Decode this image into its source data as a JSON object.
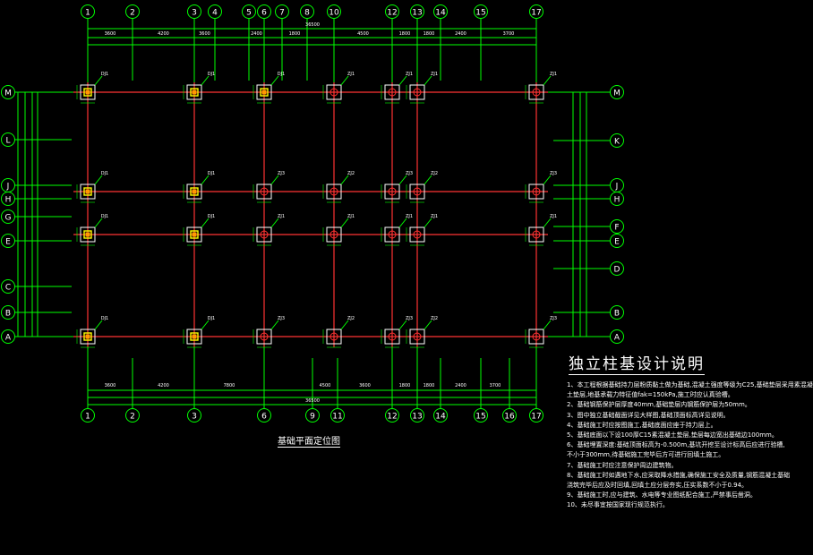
{
  "colors": {
    "background": "#000000",
    "grid": "#ff3333",
    "dim": "#00ff00",
    "column": "#ffff00",
    "footing": "#ffffff",
    "text": "#ffffff",
    "marker": "#00ff00"
  },
  "axes": {
    "top": [
      "1",
      "2",
      "3",
      "4",
      "5",
      "6",
      "7",
      "8",
      "10",
      "12",
      "13",
      "14",
      "15",
      "17"
    ],
    "bottom": [
      "1",
      "2",
      "3",
      "6",
      "9",
      "11",
      "12",
      "13",
      "14",
      "15",
      "16",
      "17"
    ],
    "left": [
      "M",
      "L",
      "J",
      "H",
      "G",
      "E",
      "C",
      "B",
      "A"
    ],
    "right": [
      "M",
      "K",
      "J",
      "H",
      "F",
      "E",
      "D",
      "B",
      "A"
    ]
  },
  "dimensions": {
    "top_spans": [
      "3600",
      "4200",
      "3600",
      "2400",
      "1800",
      "4500",
      "1800",
      "1800",
      "2400",
      "3700"
    ],
    "top_total": "36500",
    "bottom_spans": [
      "3600",
      "4200",
      "7800",
      "4500",
      "3600",
      "1800",
      "1800",
      "2400",
      "3700"
    ],
    "bottom_total": "36500"
  },
  "footing_tags": {
    "dj1": "DJ1",
    "zj1": "ZJ1",
    "zj2": "ZJ2",
    "zj3": "ZJ3"
  },
  "plan_title": "基础平面定位图",
  "notes": {
    "title": "独立柱基设计说明",
    "lines": [
      "1、本工程根据基础持力层粉质黏土做为基础,混凝土强度等级为C25,基础垫层采用素混凝",
      "   土垫层,地基承载力特征值fak=150kPa,施工时应认真验槽。",
      "2、基础钢筋保护层厚度40mm,基础垫层内钢筋保护层为50mm。",
      "3、图中独立基础截面详见大样图,基础顶面标高详见说明。",
      "4、基础施工时应按图施工,基础底面应座于持力层上。",
      "5、基础底面以下设100厚C15素混凝土垫层,垫层每边宽出基础边100mm。",
      "6、基础埋置深度:基础顶面标高为-0.500m,基坑开挖至设计标高后应进行验槽,",
      "   不小于300mm,待基础施工完毕后方可进行回填土施工。",
      "7、基础施工时应注意保护周边建筑物。",
      "8、基础施工时如遇地下水,应采取降水措施,确保施工安全及质量,钢筋混凝土基础",
      "   浇筑完毕后应及时回填,回填土应分层夯实,压实系数不小于0.94。",
      "9、基础施工时,应与建筑、水电等专业图纸配合施工,严禁事后凿洞。",
      "10、未尽事宜按国家现行规范执行。"
    ]
  }
}
